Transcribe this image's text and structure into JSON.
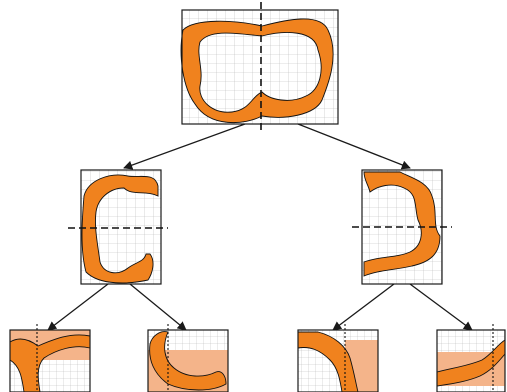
{
  "figure": {
    "kind": "recursive-bisection-tree",
    "levels": 3,
    "nodes_per_level": [
      1,
      2,
      4
    ],
    "root_split": "vertical",
    "level2_split": "horizontal",
    "level3_split": "vertical"
  },
  "colors": {
    "shape_fill": "#F0821E",
    "half_fill": "#F4B48A",
    "outline": "#111111",
    "grid": "#B7B7B7",
    "frame": "#1A1A1A",
    "arrow": "#1A1A1A"
  },
  "icons": {
    "arrow": "arrow-down-icon"
  }
}
